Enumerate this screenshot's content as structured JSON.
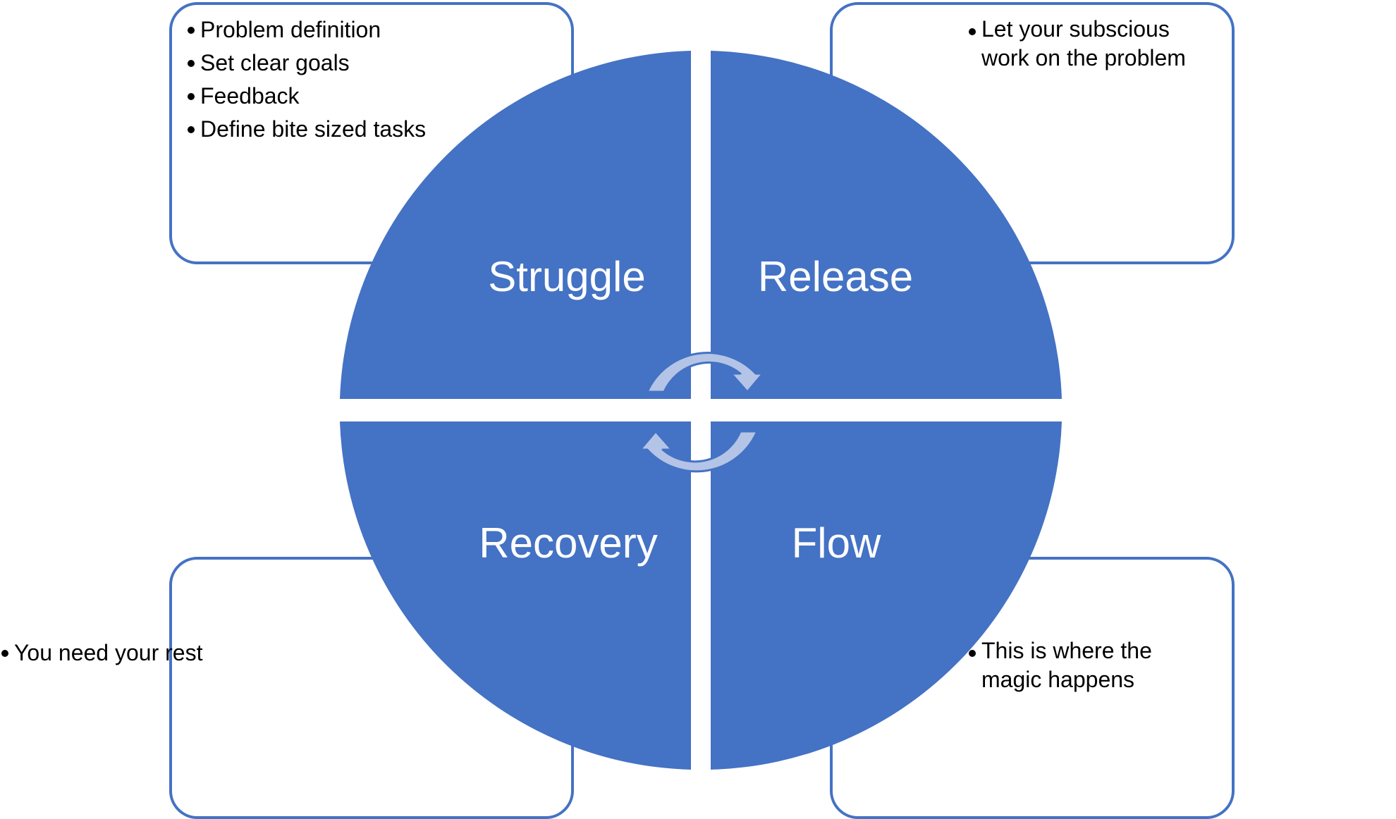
{
  "quadrants": {
    "top_left": "Struggle",
    "top_right": "Release",
    "bottom_left": "Recovery",
    "bottom_right": "Flow"
  },
  "cards": {
    "top_left": [
      "Problem definition",
      "Set clear goals",
      "Feedback",
      "Define bite sized tasks"
    ],
    "top_right": [
      "Let your subscious work on the problem"
    ],
    "bottom_left": [
      "You need your rest"
    ],
    "bottom_right": [
      "This is where the magic happens"
    ]
  },
  "colors": {
    "quadrant_fill": "#4472C4",
    "card_border": "#4472C4",
    "arrow_fill": "#B4C4E6",
    "arrow_stroke": "#4472C4",
    "label_text": "#FFFFFF"
  },
  "icons": {
    "cycle": "circular-arrows-icon"
  }
}
